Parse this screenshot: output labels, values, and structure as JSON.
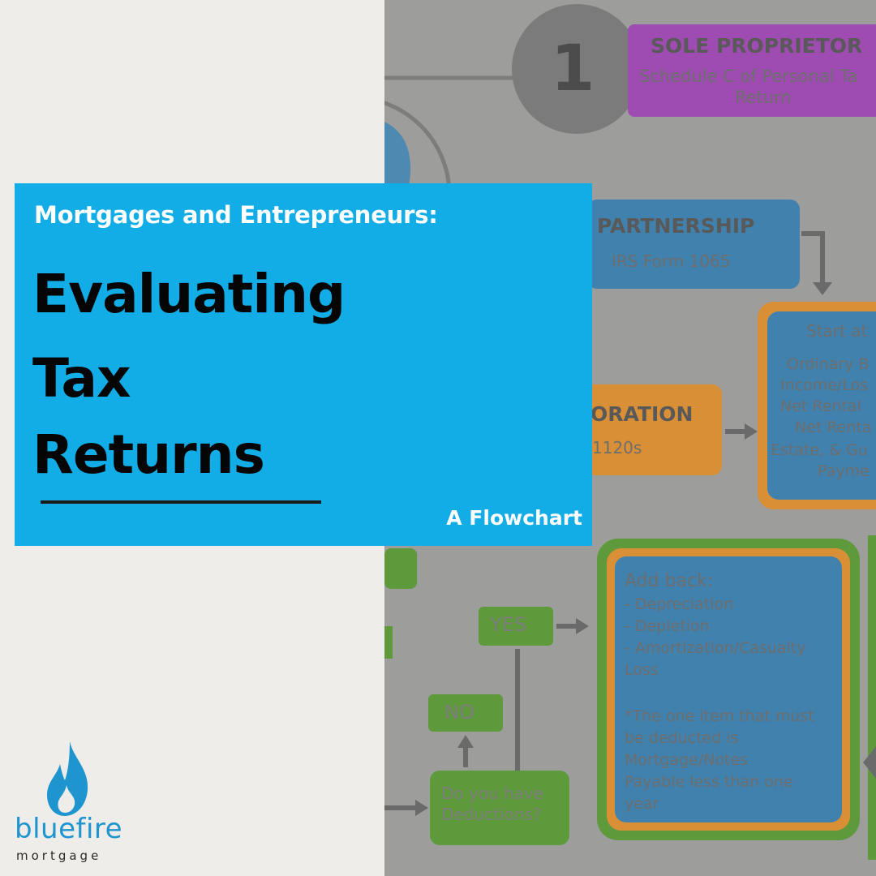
{
  "title_card": {
    "subtitle": "Mortgages and Entrepreneurs:",
    "headline_line1": "Evaluating",
    "headline_line2": "Tax",
    "headline_line3": "Returns",
    "tagline": "A Flowchart"
  },
  "background_flowchart": {
    "step_number": "1",
    "sole_title": "SOLE PROPRIETOR",
    "sole_sub1": "Schedule C of Personal Ta",
    "sole_sub2": "Return",
    "partnership_title": "PARTNERSHIP",
    "partnership_sub": "IRS Form 1065",
    "start_title": "Start at",
    "start_line1": "Ordinary B",
    "start_line2": "Income/Los",
    "start_line3": "Net Rental",
    "start_line4": "Net Renta",
    "start_line5": "Estate, & Gu",
    "start_line6": "Payme",
    "corp_title": "ORATION",
    "corp_sub": "1120s",
    "yes_label": "YES",
    "no_label": "NO",
    "question_line1": "Do you have",
    "question_line2": "Deductions?",
    "addback_title": "Add back:",
    "addback_items": [
      "- Depreciation",
      "- Depletion",
      "- Amortization/Casualty",
      "Loss"
    ],
    "note_lines": [
      "*The one item that must",
      "be deducted is",
      "Mortgage/Notes",
      "Payable less than one",
      "year"
    ]
  },
  "logo": {
    "word_part1": "blue",
    "word_part2": "fire",
    "sub": "mortgage"
  },
  "colors": {
    "brand_blue": "#12ade6",
    "logo_blue": "#1e95cf",
    "background": "#eeedea",
    "chart_gray": "#9d9d9b"
  }
}
